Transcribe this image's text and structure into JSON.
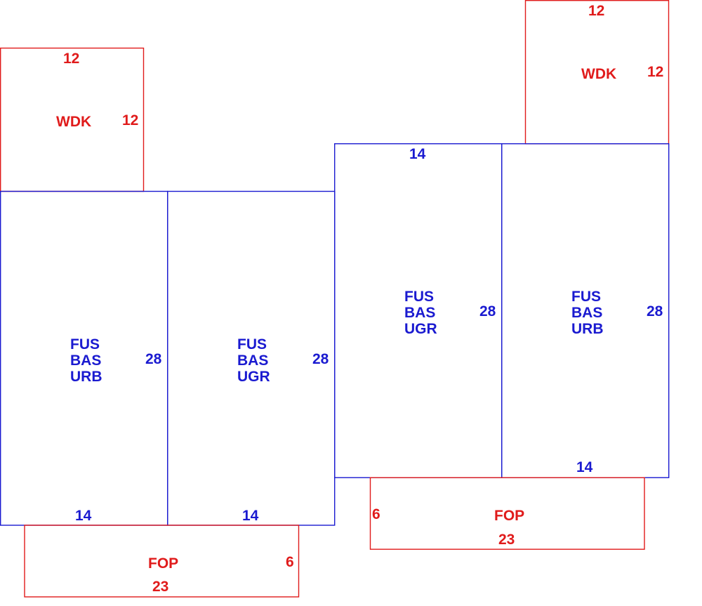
{
  "colors": {
    "living": "#1a1ad0",
    "exterior": "#e01b1b"
  },
  "sections": [
    {
      "codes": [
        "FUS",
        "BAS",
        "URB"
      ],
      "side_dimension": "28",
      "bottom_dimension": "14"
    },
    {
      "codes": [
        "FUS",
        "BAS",
        "UGR"
      ],
      "side_dimension": "28",
      "bottom_dimension": "14"
    },
    {
      "codes": [
        "FUS",
        "BAS",
        "UGR"
      ],
      "side_dimension": "28",
      "top_dimension": "14"
    },
    {
      "codes": [
        "FUS",
        "BAS",
        "URB"
      ],
      "side_dimension": "28",
      "bottom_dimension": "14"
    }
  ],
  "decks": [
    {
      "code": "WDK",
      "top_dimension": "12",
      "side_dimension": "12"
    },
    {
      "code": "WDK",
      "top_dimension": "12",
      "side_dimension": "12"
    }
  ],
  "porches": [
    {
      "code": "FOP",
      "side_dimension": "6",
      "bottom_dimension": "23"
    },
    {
      "code": "FOP",
      "side_dimension": "6",
      "bottom_dimension": "23"
    }
  ]
}
